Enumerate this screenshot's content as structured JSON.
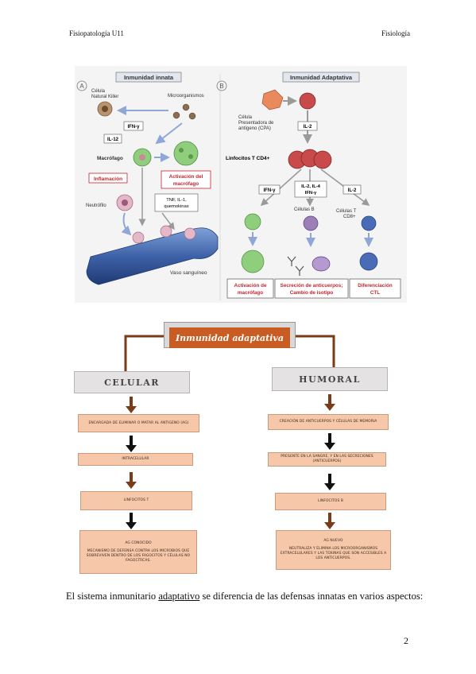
{
  "header": {
    "left": "Fisiopatología U11",
    "right": "Fisiología"
  },
  "figure": {
    "panel_a": {
      "letter": "A",
      "title": "Inmunidad innata",
      "nk_cell": "Célula\nNatural Killer",
      "microorganisms": "Microorganismos",
      "ifn": "IFN-γ",
      "il12": "IL-12",
      "macrophage": "Macrófago",
      "activation": "Activación del macrófago",
      "inflammation": "Inflamación",
      "neutrophil": "Neutrófilo",
      "cytokines": "TNF, IL-1, quemokinas",
      "vessel": "Vaso sanguíneo"
    },
    "panel_b": {
      "letter": "B",
      "title": "Inmunidad Adaptativa",
      "apc": "Célula Presentadora de antígeno (CPA)",
      "il2": "IL-2",
      "cd4": "Linfocitos T CD4+",
      "ifn": "IFN-γ",
      "il_multi": "IL-2, IL-4 IFN-γ",
      "il2b": "IL-2",
      "bcells": "Células B",
      "tcells": "Células T CD8+",
      "out1": "Activación de macrófago",
      "out2": "Secreción de anticuerpos; Cambio de isotipo",
      "out3": "Diferenciación CTL"
    }
  },
  "flowchart": {
    "title": "Inmunidad adaptativa",
    "cellular": {
      "label": "CELULAR",
      "box1": "ENCARGADA DE ELIMINAR O MATAR AL ANTIGENO (AG)",
      "box2": "INTRACELULAR",
      "box3": "LINFOCITOS T",
      "box4_line1": "AG CONOCIDO",
      "box4_line2": "MECANISMO DE DEFENSA CONTRA LOS MICROBIOS QUE SOBREVIVEN DENTRO DE LOS FAGOCITOS Y CÉLULAS NO FAGOCÍTICAS."
    },
    "humoral": {
      "label": "HUMORAL",
      "box1": "CREACIÓN DE ANTICUERPOS Y CÉLULAS DE MEMORIA",
      "box2": "PRESENTE EN LA SANGRE, Y EN LAS SECRECIONES (ANTICUERPOS)",
      "box3": "LINFOCITOS B",
      "box4_line1": "AG NUEVO",
      "box4_line2": "NEUTRALIZA Y ELIMINA LOS MICROORGANISMOS EXTRACELULARES Y LAS TOXINAS QUE SON ACCESIBLES A LOS ANTICUERPOS."
    }
  },
  "sentence": {
    "before": "El sistema inmunitario ",
    "underlined": "adaptativo",
    "after": " se diferencia de las defensas innatas en varios aspectos:"
  },
  "page_number": "2",
  "colors": {
    "title_fill": "#c95c22",
    "box_fill": "#f6c7a8",
    "connector": "#7a3b18",
    "red_label": "#c2262e",
    "cell_green": "#8fce7c",
    "cell_purple": "#9b7fb6",
    "cell_red": "#c94a4a",
    "cell_blue": "#4a6bb5"
  }
}
